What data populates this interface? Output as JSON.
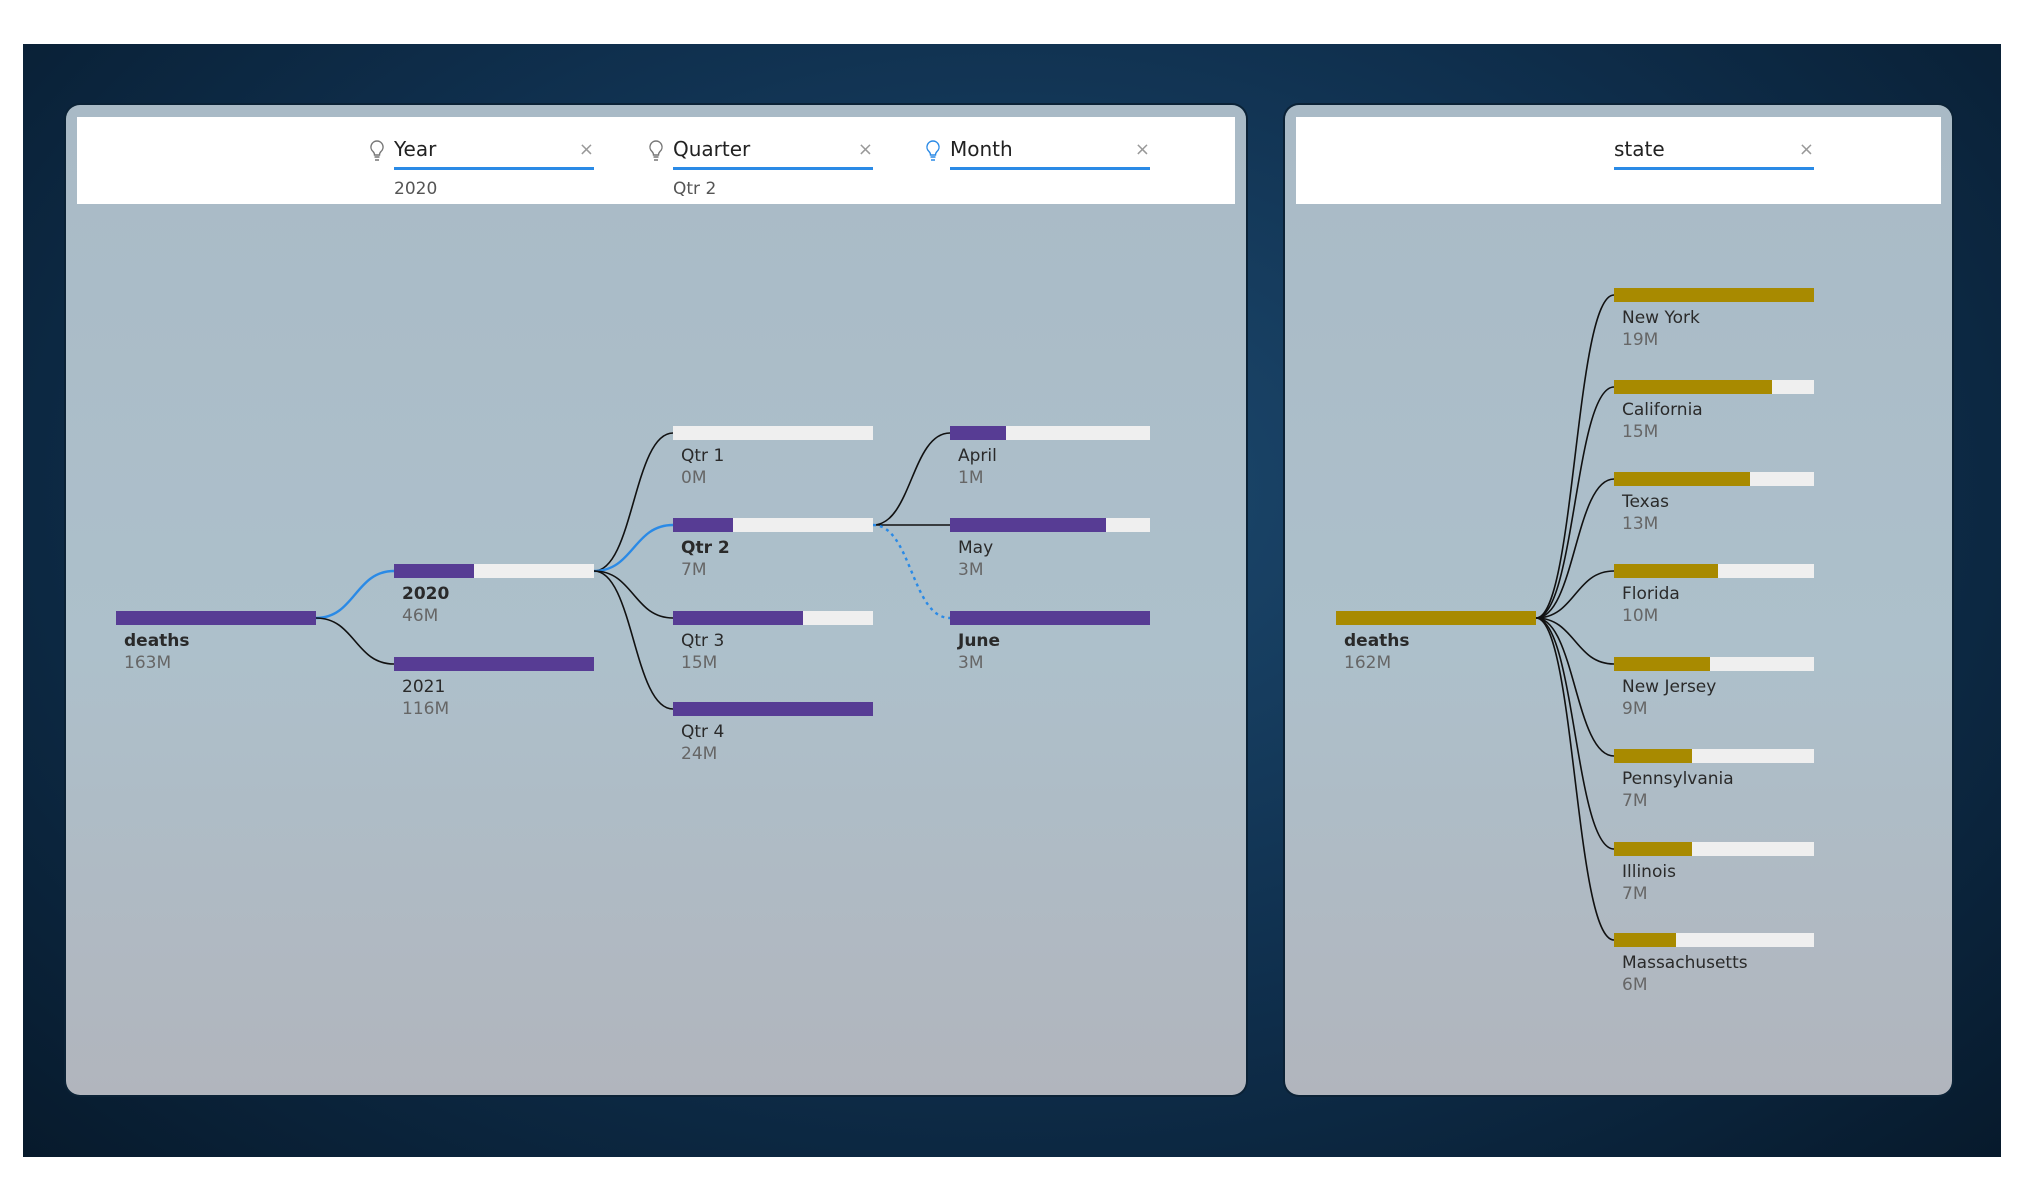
{
  "colors": {
    "purple": "#573c94",
    "gold": "#a88a00",
    "track": "#efefef",
    "highlight": "#2a8ae6"
  },
  "left": {
    "fields": [
      {
        "label": "Year",
        "value": "2020",
        "icon": "lightbulb-icon",
        "active": false
      },
      {
        "label": "Quarter",
        "value": "Qtr 2",
        "icon": "lightbulb-icon",
        "active": false
      },
      {
        "label": "Month",
        "value": "",
        "icon": "lightbulb-icon",
        "active": true
      }
    ],
    "close_glyph": "×",
    "nodes": [
      {
        "id": "root",
        "label": "deaths",
        "value": "163M",
        "fill": 1,
        "col": 0,
        "row": 611,
        "bold": true
      },
      {
        "id": "y2020",
        "label": "2020",
        "value": "46M",
        "fill": 0.4,
        "col": 1,
        "row": 564,
        "bold": true,
        "parent": "root",
        "hl": "solid"
      },
      {
        "id": "y2021",
        "label": "2021",
        "value": "116M",
        "fill": 1,
        "col": 1,
        "row": 657,
        "parent": "root"
      },
      {
        "id": "q1",
        "label": "Qtr 1",
        "value": "0M",
        "fill": 0,
        "col": 2,
        "row": 426,
        "parent": "y2020"
      },
      {
        "id": "q2",
        "label": "Qtr 2",
        "value": "7M",
        "fill": 0.3,
        "col": 2,
        "row": 518,
        "bold": true,
        "parent": "y2020",
        "hl": "solid"
      },
      {
        "id": "q3",
        "label": "Qtr 3",
        "value": "15M",
        "fill": 0.65,
        "col": 2,
        "row": 611,
        "parent": "y2020"
      },
      {
        "id": "q4",
        "label": "Qtr 4",
        "value": "24M",
        "fill": 1,
        "col": 2,
        "row": 702,
        "parent": "y2020"
      },
      {
        "id": "apr",
        "label": "April",
        "value": "1M",
        "fill": 0.28,
        "col": 3,
        "row": 426,
        "parent": "q2"
      },
      {
        "id": "may",
        "label": "May",
        "value": "3M",
        "fill": 0.78,
        "col": 3,
        "row": 518,
        "parent": "q2"
      },
      {
        "id": "jun",
        "label": "June",
        "value": "3M",
        "fill": 1,
        "col": 3,
        "row": 611,
        "bold": true,
        "parent": "q2",
        "hl": "dotted"
      }
    ]
  },
  "right": {
    "fields": [
      {
        "label": "state",
        "value": "",
        "icon": "",
        "active": false
      }
    ],
    "close_glyph": "×",
    "nodes": [
      {
        "id": "root",
        "label": "deaths",
        "value": "162M",
        "fill": 1,
        "col": 0,
        "row": 611,
        "bold": true
      },
      {
        "id": "ny",
        "label": "New York",
        "value": "19M",
        "fill": 1,
        "col": 1,
        "row": 288,
        "parent": "root"
      },
      {
        "id": "ca",
        "label": "California",
        "value": "15M",
        "fill": 0.79,
        "col": 1,
        "row": 380,
        "parent": "root"
      },
      {
        "id": "tx",
        "label": "Texas",
        "value": "13M",
        "fill": 0.68,
        "col": 1,
        "row": 472,
        "parent": "root"
      },
      {
        "id": "fl",
        "label": "Florida",
        "value": "10M",
        "fill": 0.52,
        "col": 1,
        "row": 564,
        "parent": "root"
      },
      {
        "id": "nj",
        "label": "New Jersey",
        "value": "9M",
        "fill": 0.48,
        "col": 1,
        "row": 657,
        "parent": "root"
      },
      {
        "id": "pa",
        "label": "Pennsylvania",
        "value": "7M",
        "fill": 0.39,
        "col": 1,
        "row": 749,
        "parent": "root"
      },
      {
        "id": "il",
        "label": "Illinois",
        "value": "7M",
        "fill": 0.39,
        "col": 1,
        "row": 842,
        "parent": "root"
      },
      {
        "id": "ma",
        "label": "Massachusetts",
        "value": "6M",
        "fill": 0.31,
        "col": 1,
        "row": 933,
        "parent": "root"
      }
    ]
  }
}
